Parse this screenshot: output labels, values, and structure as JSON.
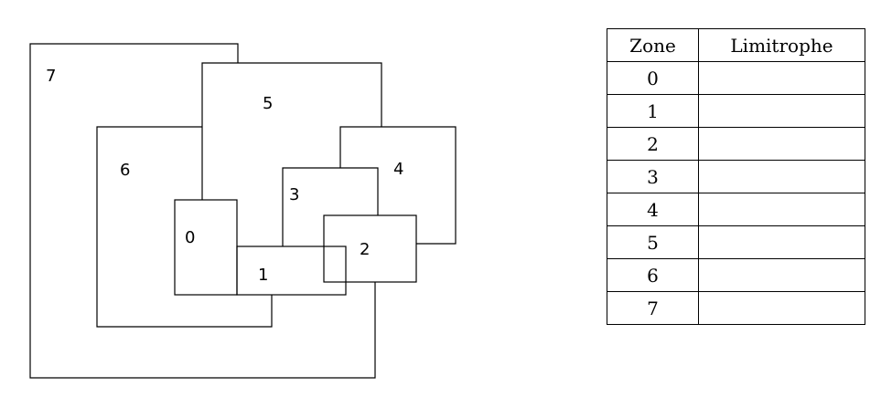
{
  "diagram": {
    "labels": [
      "7",
      "5",
      "6",
      "4",
      "3",
      "0",
      "2",
      "1"
    ]
  },
  "table": {
    "headers": [
      "Zone",
      "Limitrophe"
    ],
    "rows": [
      [
        "0",
        ""
      ],
      [
        "1",
        ""
      ],
      [
        "2",
        ""
      ],
      [
        "3",
        ""
      ],
      [
        "4",
        ""
      ],
      [
        "5",
        ""
      ],
      [
        "6",
        ""
      ],
      [
        "7",
        ""
      ]
    ]
  }
}
